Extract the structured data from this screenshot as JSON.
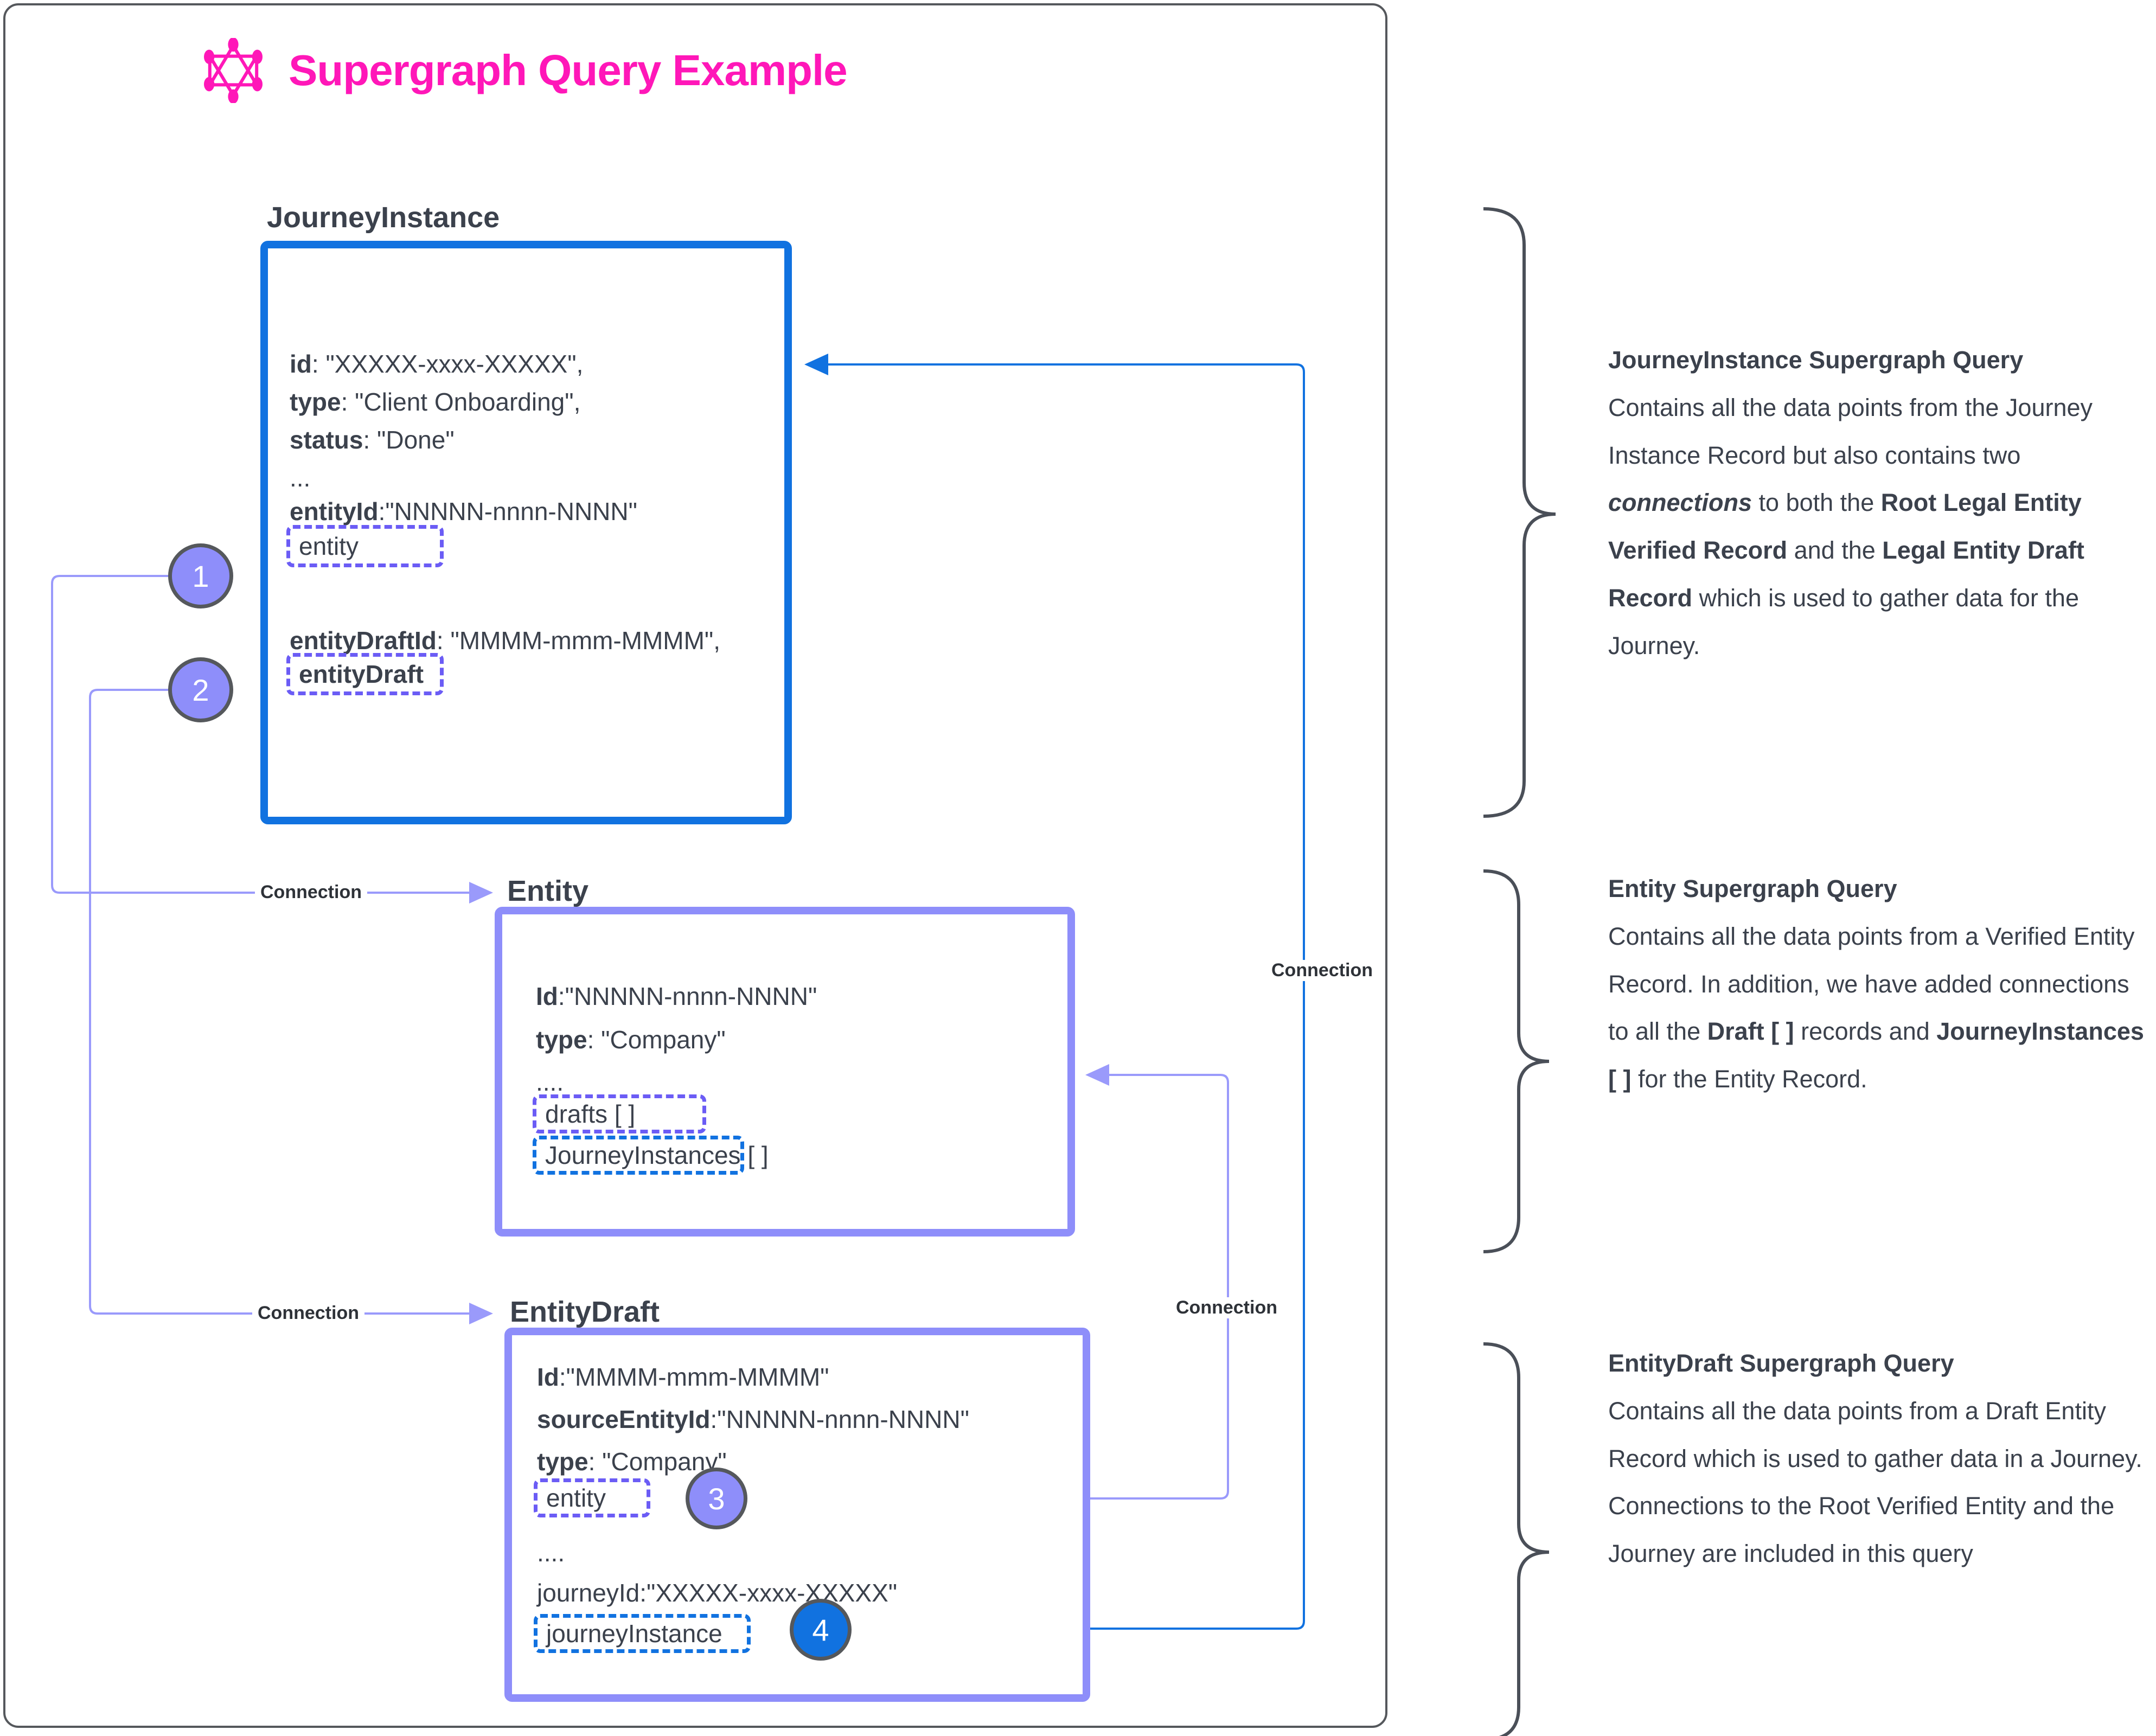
{
  "header": {
    "title": "Supergraph Query Example",
    "logo_icon": "graphql-logo",
    "accent_color": "#ff17b8"
  },
  "palette": {
    "blue": "#1172e0",
    "purple": "#8e8efa",
    "dashed_purple": "#6b5cf5",
    "text": "#3b414c",
    "frame": "#55585c"
  },
  "cards": [
    {
      "id": "journey-instance",
      "title": "JourneyInstance",
      "border_color": "#1172e0",
      "lines": [
        {
          "key": "id",
          "value": ": \"XXXXX-xxxx-XXXXX\","
        },
        {
          "key": "type",
          "value": ": \"Client Onboarding\","
        },
        {
          "key": "status",
          "value": ": \"Done\""
        },
        {
          "key": "",
          "value": "..."
        },
        {
          "key": "entityId",
          "value": ":\"NNNNN-nnnn-NNNN\""
        }
      ],
      "lines2": [
        {
          "key": "entityDraftId",
          "value": ": \"MMMM-mmm-MMMM\","
        }
      ],
      "pills": [
        {
          "label": "entity",
          "style": "purple",
          "bold": false
        },
        {
          "label": "entityDraft",
          "style": "purple",
          "bold": true
        }
      ]
    },
    {
      "id": "entity",
      "title": "Entity",
      "border_color": "#8e8efa",
      "lines": [
        {
          "key": "Id",
          "value": ":\"NNNNN-nnnn-NNNN\""
        },
        {
          "key": "type",
          "value": ": \"Company\""
        },
        {
          "key": "",
          "value": "...."
        }
      ],
      "pills": [
        {
          "label": "drafts [ ]",
          "style": "purple",
          "bold": false
        },
        {
          "label": "JourneyInstances [ ]",
          "style": "blue",
          "bold": false
        }
      ]
    },
    {
      "id": "entity-draft",
      "title": "EntityDraft",
      "border_color": "#8e8efa",
      "lines": [
        {
          "key": "Id",
          "value": ":\"MMMM-mmm-MMMM\""
        },
        {
          "key": "sourceEntityId",
          "value": ":\"NNNNN-nnnn-NNNN\""
        },
        {
          "key": "type",
          "value": ": \"Company\""
        }
      ],
      "lines2": [
        {
          "key": "",
          "value": "...."
        },
        {
          "key": "",
          "value": "journeyId:\"XXXXX-xxxx-XXXXX\""
        }
      ],
      "pills": [
        {
          "label": "entity",
          "style": "purple",
          "bold": false
        },
        {
          "label": "journeyInstance",
          "style": "blue",
          "bold": false
        }
      ]
    }
  ],
  "badges": [
    {
      "num": "1",
      "color": "purple"
    },
    {
      "num": "2",
      "color": "purple"
    },
    {
      "num": "3",
      "color": "purple"
    },
    {
      "num": "4",
      "color": "blue"
    }
  ],
  "connector_labels": {
    "l1": "Connection",
    "l2": "Connection",
    "r1": "Connection",
    "r2": "Connection"
  },
  "descriptions": [
    {
      "id": "journeyinstance-desc",
      "heading": "JourneyInstance Supergraph Query",
      "parts": [
        {
          "t": "Contains all the data points from the Journey Instance Record but also contains two ",
          "s": "normal"
        },
        {
          "t": "connections",
          "s": "bold-italic"
        },
        {
          "t": " to both the ",
          "s": "normal"
        },
        {
          "t": "Root Legal Entity Verified Record",
          "s": "bold"
        },
        {
          "t": " and the ",
          "s": "normal"
        },
        {
          "t": "Legal Entity Draft Record",
          "s": "bold"
        },
        {
          "t": " which is used to gather data for the Journey.",
          "s": "normal"
        }
      ]
    },
    {
      "id": "entity-desc",
      "heading": "Entity Supergraph Query",
      "parts": [
        {
          "t": "Contains all the data points from a Verified Entity Record.",
          "s": "normal"
        },
        {
          "t": "\nIn addition, we have added connections to all the ",
          "s": "normal"
        },
        {
          "t": "Draft [ ]",
          "s": "bold"
        },
        {
          "t": " records and ",
          "s": "normal"
        },
        {
          "t": "JourneyInstances [ ]",
          "s": "bold"
        },
        {
          "t": " for the Entity Record.",
          "s": "normal"
        }
      ]
    },
    {
      "id": "entitydraft-desc",
      "heading": "EntityDraft Supergraph Query",
      "parts": [
        {
          "t": "Contains all the data points from a Draft Entity Record which is used to gather data in a Journey. Connections to the Root Verified Entity and the Journey are included in this query",
          "s": "normal"
        }
      ]
    }
  ]
}
